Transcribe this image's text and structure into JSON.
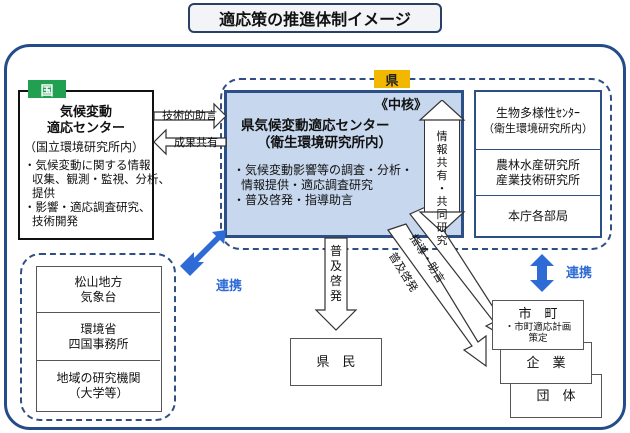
{
  "title": "適応策の推進体制イメージ",
  "kuni": {
    "tag": "国",
    "name1": "気候変動",
    "name2": "適応センター",
    "sub": "（国立環境研究所内）",
    "lines": [
      "・気候変動に関する情報",
      "収集、観測・監視、分析、",
      "提供",
      "・影響・適応調査研究、",
      "技術開発"
    ]
  },
  "ken": {
    "tag": "県",
    "core_label": "《中核》",
    "center1": "県気候変動適応センター",
    "center2": "（衛生環境研究所内）",
    "lines": [
      "・気候変動影響等の調査・分析・",
      "情報提供・適応調査研究",
      "・普及啓発・指導助言"
    ]
  },
  "arrows": {
    "tech": "技術的助言",
    "results": "成果共有",
    "joho": [
      "情",
      "報",
      "共",
      "有"
    ],
    "kyodo": [
      "共",
      "同",
      "研",
      "究"
    ],
    "dot": "・",
    "fukyu": [
      "普",
      "及",
      "啓",
      "発"
    ],
    "shido": "指導・助言",
    "fukyu2": "普及啓発"
  },
  "right_boxes": {
    "bio1": "生物多様性ｾﾝﾀｰ",
    "bio2": "（衛生環境研究所内）",
    "agri1": "農林水産研究所",
    "agri2": "産業技術研究所",
    "honcho": "本庁各部局"
  },
  "renkei": "連携",
  "left_boxes": {
    "met1": "松山地方",
    "met2": "気象台",
    "env1": "環境省",
    "env2": "四国事務所",
    "res1": "地域の研究機関",
    "res2": "（大学等）"
  },
  "kenmin": "県　民",
  "city": {
    "name": "市　町",
    "sub1": "・市町適応計画",
    "sub2": "策定"
  },
  "kigyo": "企　業",
  "dantai": "団　体",
  "colors": {
    "frame": "#244c88",
    "core": "#c7d7ee",
    "kuni": "#22a052",
    "ken": "#f2b800",
    "renkei": "#2e6bd6"
  }
}
